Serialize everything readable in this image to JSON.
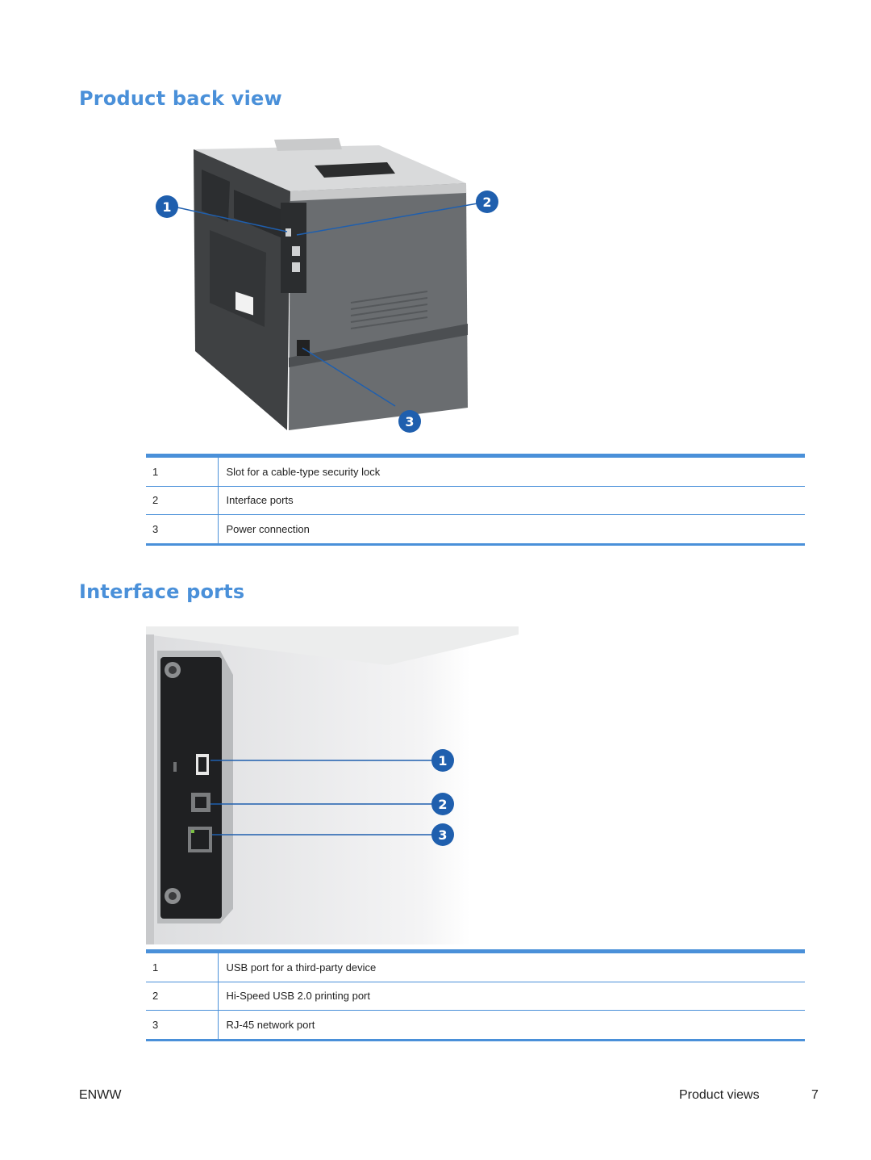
{
  "sections": {
    "back_view": {
      "title": "Product back view",
      "callouts": [
        "1",
        "2",
        "3"
      ],
      "rows": [
        {
          "num": "1",
          "desc": "Slot for a cable-type security lock"
        },
        {
          "num": "2",
          "desc": "Interface ports"
        },
        {
          "num": "3",
          "desc": "Power connection"
        }
      ]
    },
    "interface_ports": {
      "title": "Interface ports",
      "callouts": [
        "1",
        "2",
        "3"
      ],
      "rows": [
        {
          "num": "1",
          "desc": "USB port for a third-party device"
        },
        {
          "num": "2",
          "desc": "Hi-Speed USB 2.0 printing port"
        },
        {
          "num": "3",
          "desc": "RJ-45 network port"
        }
      ]
    }
  },
  "footer": {
    "left": "ENWW",
    "section": "Product views",
    "page": "7"
  },
  "colors": {
    "accent": "#4a90d9",
    "callout": "#1f5fae",
    "printer_body": "#6a6d70"
  }
}
